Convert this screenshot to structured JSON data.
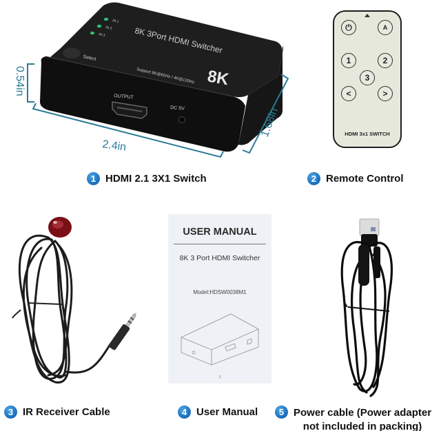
{
  "items": [
    {
      "number": "1",
      "label": "HDMI 2.1 3X1 Switch",
      "product": {
        "title_print": "8K 3Port HDMI Switcher",
        "support_print": "Support 8K@60Hz / 4K@120Hz",
        "badge_print": "8K",
        "output_port_label": "OUTPUT",
        "power_port_label": "DC 5V",
        "button_label": "Select",
        "led_labels": [
          "IN 1",
          "IN 2",
          "IN 3"
        ],
        "led_color": "#2fbf7a"
      },
      "dimensions": {
        "height": "0.54in",
        "width": "2.4in",
        "depth": "1.68in",
        "line_color": "#2a7a96"
      }
    },
    {
      "number": "2",
      "label": "Remote Control",
      "remote": {
        "buttons": [
          "power",
          "auto",
          "1",
          "2",
          "3",
          "<",
          ">"
        ],
        "button_glyphs": {
          "power": "⏻",
          "auto": "A",
          "one": "1",
          "two": "2",
          "three": "3",
          "left": "<",
          "right": ">"
        },
        "print": "HDMI 3x1 SWITCH"
      }
    },
    {
      "number": "3",
      "label": "IR Receiver Cable"
    },
    {
      "number": "4",
      "label": "User Manual",
      "manual": {
        "title": "USER MANUAL",
        "subtitle": "8K 3 Port HDMI Switcher",
        "model": "Model:HDSW0038M1",
        "page": "1"
      }
    },
    {
      "number": "5",
      "label_line1": "Power cable (Power adapter",
      "label_line2": "not included in packing)"
    }
  ],
  "colors": {
    "badge_blue": "#1f73c2",
    "caption_text": "#111111",
    "dimension_line": "#2a7a96"
  }
}
